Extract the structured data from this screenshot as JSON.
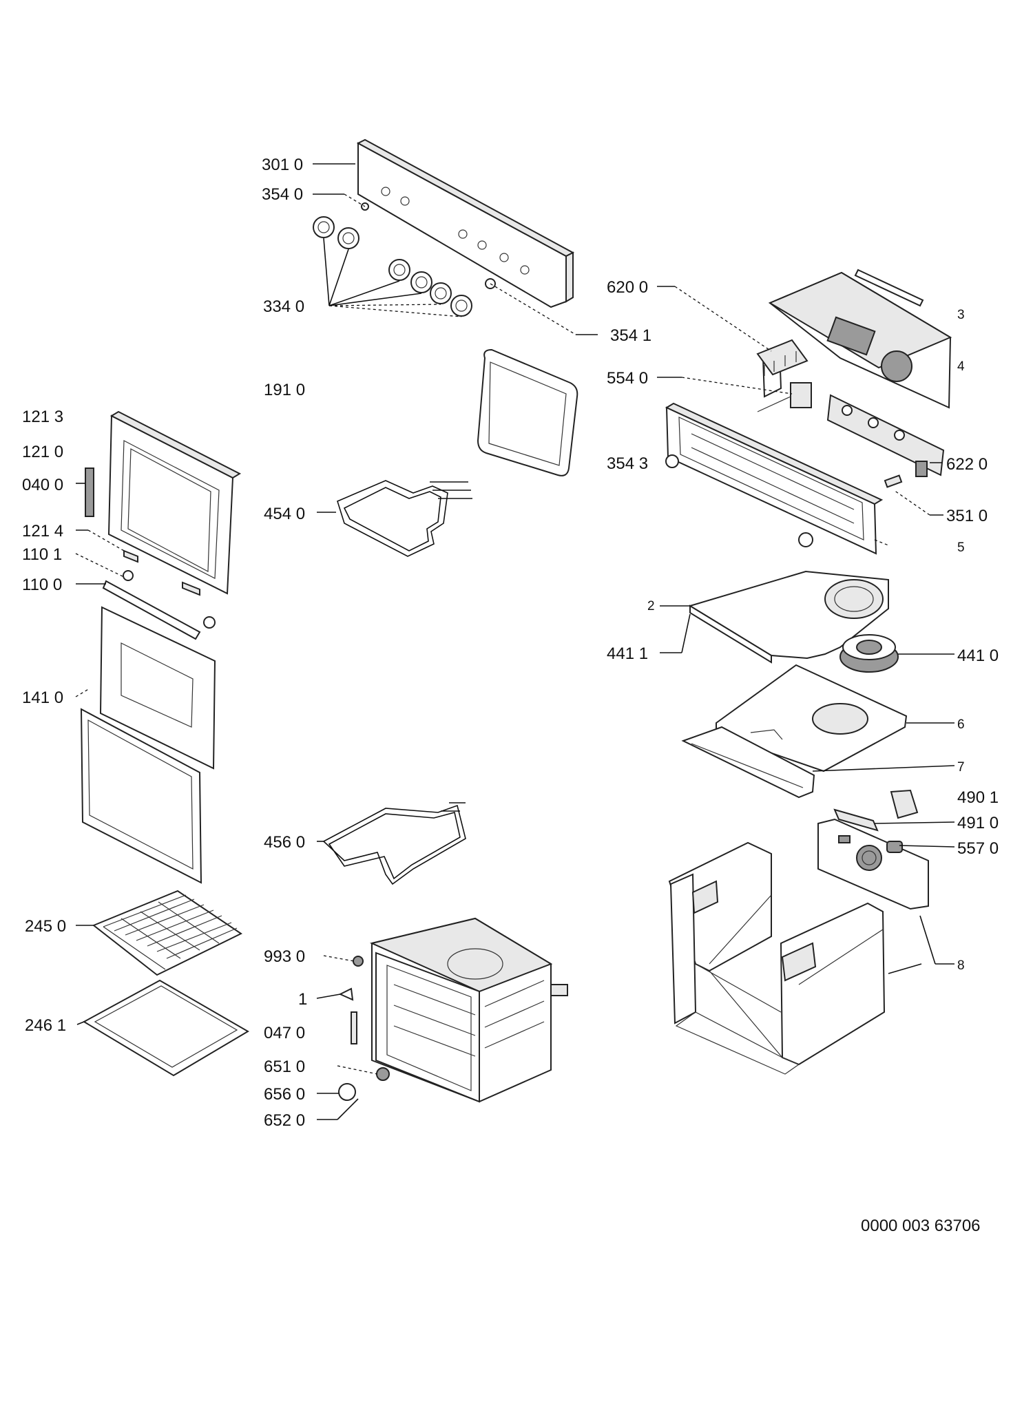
{
  "labels": {
    "l3010": "301 0",
    "l3540": "354 0",
    "l3340": "334 0",
    "l3541": "354 1",
    "l1910": "191 0",
    "l1213": "121 3",
    "l1210": "121 0",
    "l0400": "040 0",
    "l4540": "454 0",
    "l1214": "121 4",
    "l1101": "110 1",
    "l1100": "110 0",
    "l1410": "141 0",
    "l4560": "456 0",
    "l2450": "245 0",
    "l2461": "246 1",
    "l9930": "993 0",
    "l1": "1",
    "l0470": "047 0",
    "l6510": "651 0",
    "l6560": "656 0",
    "l6520": "652 0",
    "l6200": "620 0",
    "l3": "3",
    "l4": "4",
    "l5540": "554 0",
    "l3543": "354 3",
    "l6220": "622 0",
    "l3510": "351 0",
    "l5": "5",
    "l2": "2",
    "l4411": "441 1",
    "l4410": "441 0",
    "l6": "6",
    "l7": "7",
    "l4901": "490 1",
    "l4910": "491 0",
    "l5570": "557 0",
    "l8": "8"
  },
  "reference_number": "0000 003 63706"
}
